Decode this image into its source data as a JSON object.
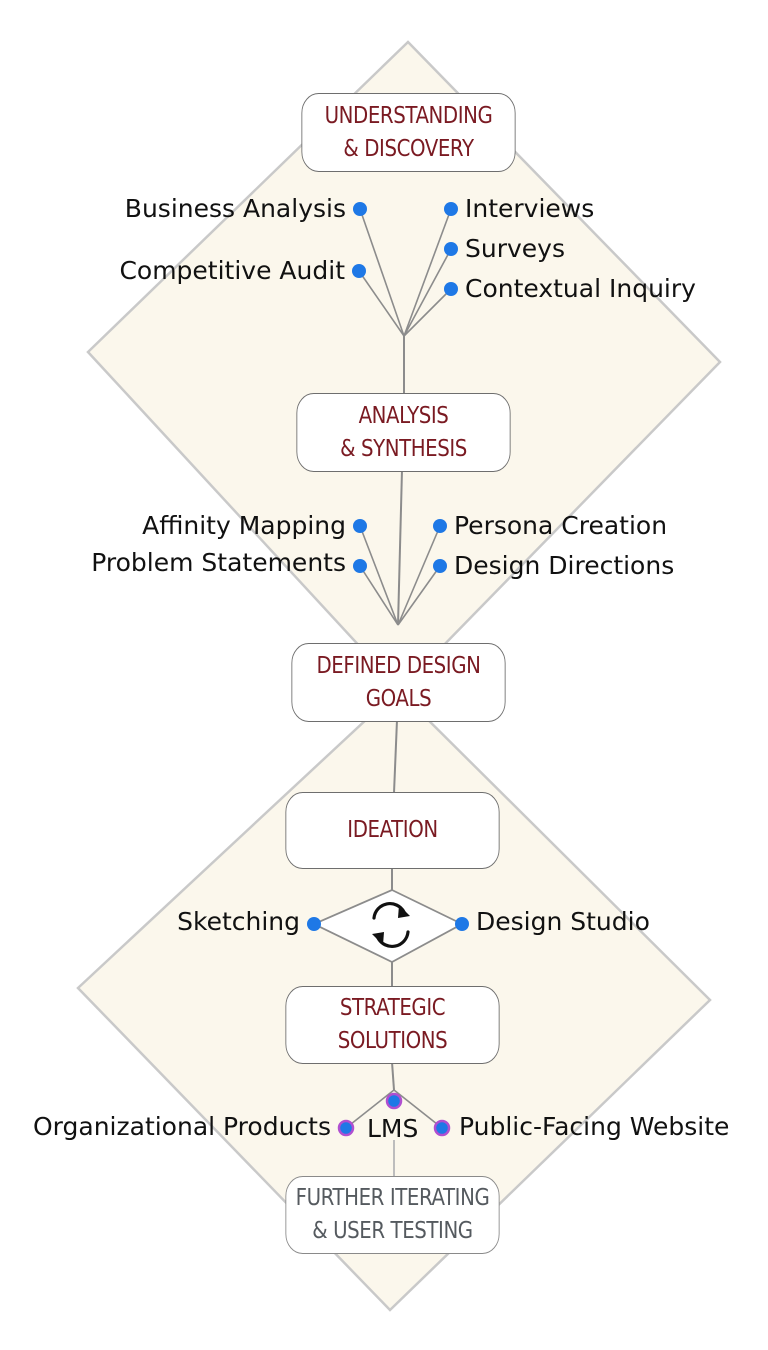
{
  "colors": {
    "diamond_fill": "#fbf7ec",
    "diamond_stroke": "#c9c9c9",
    "connector": "#8c8c8c",
    "box_text": "#7a1a22",
    "box_text_muted": "#555a5f",
    "dot_blue": "#1e78e6",
    "dot_purple_ring": "#b04fd0",
    "label_text": "#111111"
  },
  "stages": {
    "understanding": {
      "text": "UNDERSTANDING\n& DISCOVERY"
    },
    "analysis": {
      "text": "ANALYSIS\n& SYNTHESIS"
    },
    "goals": {
      "text": "DEFINED DESIGN\nGOALS"
    },
    "ideation": {
      "text": "IDEATION"
    },
    "solutions": {
      "text": "STRATEGIC\nSOLUTIONS"
    },
    "testing": {
      "text": "FURTHER ITERATING\n& USER TESTING"
    }
  },
  "methods": {
    "business_analysis": "Business Analysis",
    "competitive_audit": "Competitive Audit",
    "interviews": "Interviews",
    "surveys": "Surveys",
    "contextual_inquiry": "Contextual Inquiry",
    "affinity_mapping": "Affinity Mapping",
    "problem_statements": "Problem Statements",
    "persona_creation": "Persona Creation",
    "design_directions": "Design Directions",
    "sketching": "Sketching",
    "design_studio": "Design Studio",
    "organizational_products": "Organizational Products",
    "lms": "LMS",
    "public_facing_website": "Public-Facing Website"
  },
  "icons": {
    "ideation_cycle": "refresh-cycle-icon"
  }
}
